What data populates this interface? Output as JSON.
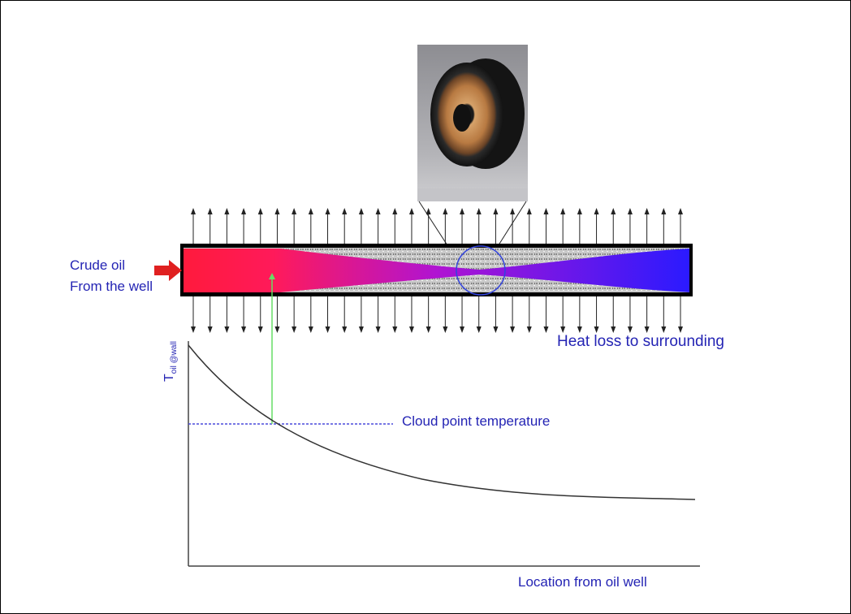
{
  "labels": {
    "crude_oil_line1": "Crude oil",
    "crude_oil_line2": "From the well",
    "heat_loss": "Heat loss to surrounding",
    "cloud_point": "Cloud point temperature",
    "x_axis": "Location from oil well",
    "y_axis_main": "T",
    "y_axis_sub": "oil @wall"
  },
  "colors": {
    "text": "#2424b4",
    "hot": "#ff1a3c",
    "mid": "#c010c8",
    "cold": "#2a1aff",
    "wax": "#b8b8b8",
    "curve": "#333333",
    "marker": "#66dd66",
    "cloud_line": "#4a4adc",
    "inlet_arrow": "#e02020"
  },
  "icons": {
    "inlet_arrow": "red-arrow-icon",
    "heat_arrows": "up-down-arrow-icon",
    "wax_sample": "pipe-cross-section-photo"
  }
}
